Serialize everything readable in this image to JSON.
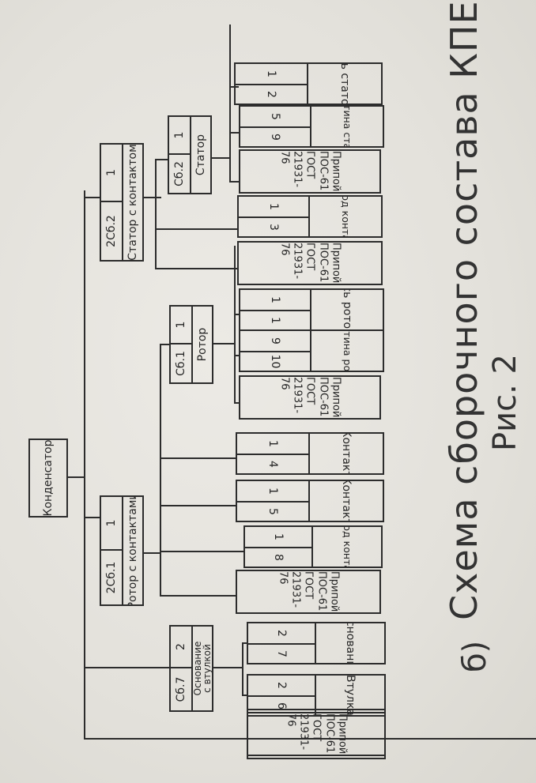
{
  "root": {
    "label": "Конденсатор"
  },
  "assemblies": {
    "sb7": {
      "code": "Сб.7",
      "qty": "2",
      "name_line1": "Основание",
      "name_line2": "с втулкой"
    },
    "sb21": {
      "code": "2Сб.1",
      "qty": "1",
      "name": "Ротор с контактами"
    },
    "sb1": {
      "code": "Сб.1",
      "qty": "1",
      "name": "Ротор"
    },
    "sb22": {
      "code": "2Сб.2",
      "qty": "1",
      "name": "Статор с контактом"
    },
    "sb2": {
      "code": "Сб.2",
      "qty": "1",
      "name": "Статор"
    }
  },
  "parts": {
    "solder1": {
      "name_line1": "Припой ПОС-61",
      "name_line2": "ГОСТ 21931-76"
    },
    "vtulka": {
      "num": "6",
      "qty": "2",
      "name": "Втулка"
    },
    "osnovanie": {
      "num": "7",
      "qty": "2",
      "name": "Основание"
    },
    "solder2": {
      "name_line1": "Припой ПОС-61",
      "name_line2": "ГОСТ 21931-76"
    },
    "vyvod1": {
      "num": "8",
      "qty": "1",
      "name": "Вывод контакта"
    },
    "kontakt1": {
      "num": "5",
      "qty": "1",
      "name": "Контакт"
    },
    "kontakt2": {
      "num": "4",
      "qty": "1",
      "name": "Контакт"
    },
    "solder3": {
      "name_line1": "Припой ПОС-61",
      "name_line2": "ГОСТ 21931-76"
    },
    "plastina_rotora": {
      "num": "10",
      "qty": "9",
      "name": "Пластина ротора"
    },
    "os_rotora": {
      "num": "1",
      "qty": "1",
      "name": "Ось ротора"
    },
    "solder4": {
      "name_line1": "Припой ПОС-61",
      "name_line2": "ГОСТ 21931-76"
    },
    "vyvod2": {
      "num": "3",
      "qty": "1",
      "name": "Вывод контакта"
    },
    "solder5": {
      "name_line1": "Припой ПОС-61",
      "name_line2": "ГОСТ 21931-76"
    },
    "plastina_statora": {
      "num": "9",
      "qty": "5",
      "name": "Пластина статора"
    },
    "os_statora": {
      "num": "2",
      "qty": "1",
      "name": "Ось статора"
    }
  },
  "caption": {
    "prefix": "б)",
    "title": "Схема сборочного состава КПЕ",
    "figure": "Рис. 2"
  }
}
